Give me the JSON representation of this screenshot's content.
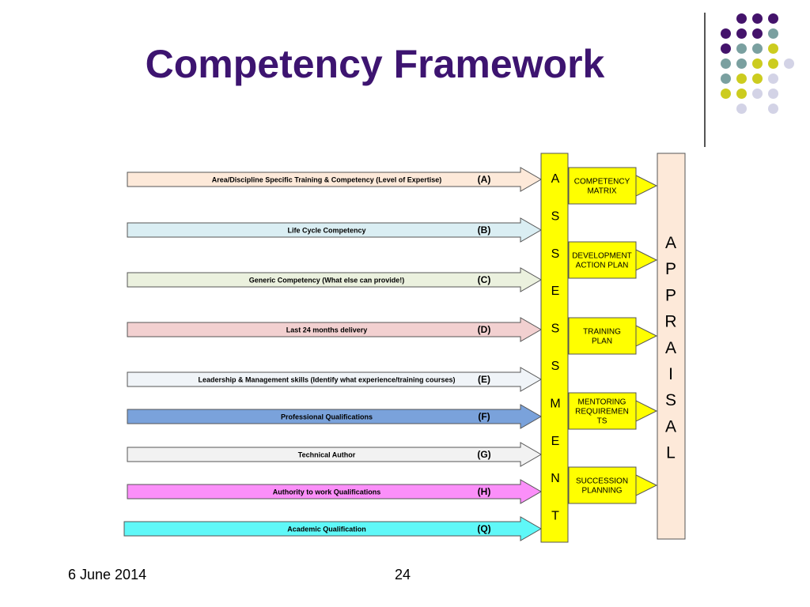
{
  "slide": {
    "title": "Competency Framework",
    "date": "6 June 2014",
    "page": "24"
  },
  "colors": {
    "title": "#3d1470",
    "dot_purple": "#44136b",
    "dot_teal": "#7aa0a0",
    "dot_yellow": "#cccc1f",
    "dot_lavender": "#d3d3e6",
    "assessment_fill": "#ffff00",
    "appraisal_fill": "#fde9d9"
  },
  "inputs": [
    {
      "label": "Area/Discipline Specific Training & Competency (Level of Expertise)",
      "code": "(A)",
      "fill": "#fde9d9"
    },
    {
      "label": "Life Cycle Competency",
      "code": "(B)",
      "fill": "#daeef3"
    },
    {
      "label": "Generic Competency (What else can provide!)",
      "code": "(C)",
      "fill": "#ebf1de"
    },
    {
      "label": "Last 24 months delivery",
      "code": "(D)",
      "fill": "#f2d0d0"
    },
    {
      "label": "Leadership & Management skills (Identify what experience/training courses)",
      "code": "(E)",
      "fill": "#f0f4f8"
    },
    {
      "label": "Professional Qualifications",
      "code": "(F)",
      "fill": "#7aa2db"
    },
    {
      "label": "Technical Author",
      "code": "(G)",
      "fill": "#f2f2f2"
    },
    {
      "label": "Authority to work Qualifications",
      "code": "(H)",
      "fill": "#fb8ff9"
    },
    {
      "label": "Academic Qualification",
      "code": "(Q)",
      "fill": "#5ff8f8"
    }
  ],
  "assessment": {
    "letters": [
      "A",
      "S",
      "S",
      "E",
      "S",
      "S",
      "M",
      "E",
      "N",
      "T"
    ]
  },
  "outputs": [
    {
      "lines": [
        "COMPETENCY",
        "MATRIX"
      ]
    },
    {
      "lines": [
        "DEVELOPMENT",
        "ACTION PLAN"
      ]
    },
    {
      "lines": [
        "TRAINING",
        "PLAN"
      ]
    },
    {
      "lines": [
        "MENTORING",
        "REQUIREMEN",
        "TS"
      ]
    },
    {
      "lines": [
        "SUCCESSION",
        "PLANNING"
      ]
    }
  ],
  "appraisal": {
    "letters": [
      "A",
      "P",
      "P",
      "R",
      "A",
      "I",
      "S",
      "A",
      "L"
    ]
  }
}
